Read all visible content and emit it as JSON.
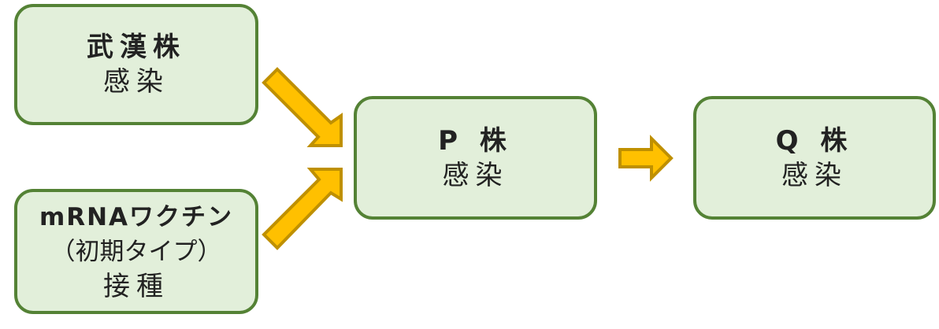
{
  "nodes": {
    "wuhan": {
      "title": "武漢株",
      "sub": "感染"
    },
    "mrna": {
      "title": "mRNAワクチン",
      "sub1": "（初期タイプ）",
      "sub2": "接種"
    },
    "p": {
      "title": "P 株",
      "sub": "感染"
    },
    "q": {
      "title": "Q 株",
      "sub": "感染"
    }
  },
  "colors": {
    "box_fill": "#e2efda",
    "box_border": "#548235",
    "arrow_fill": "#ffc000",
    "arrow_border": "#bf9000"
  }
}
